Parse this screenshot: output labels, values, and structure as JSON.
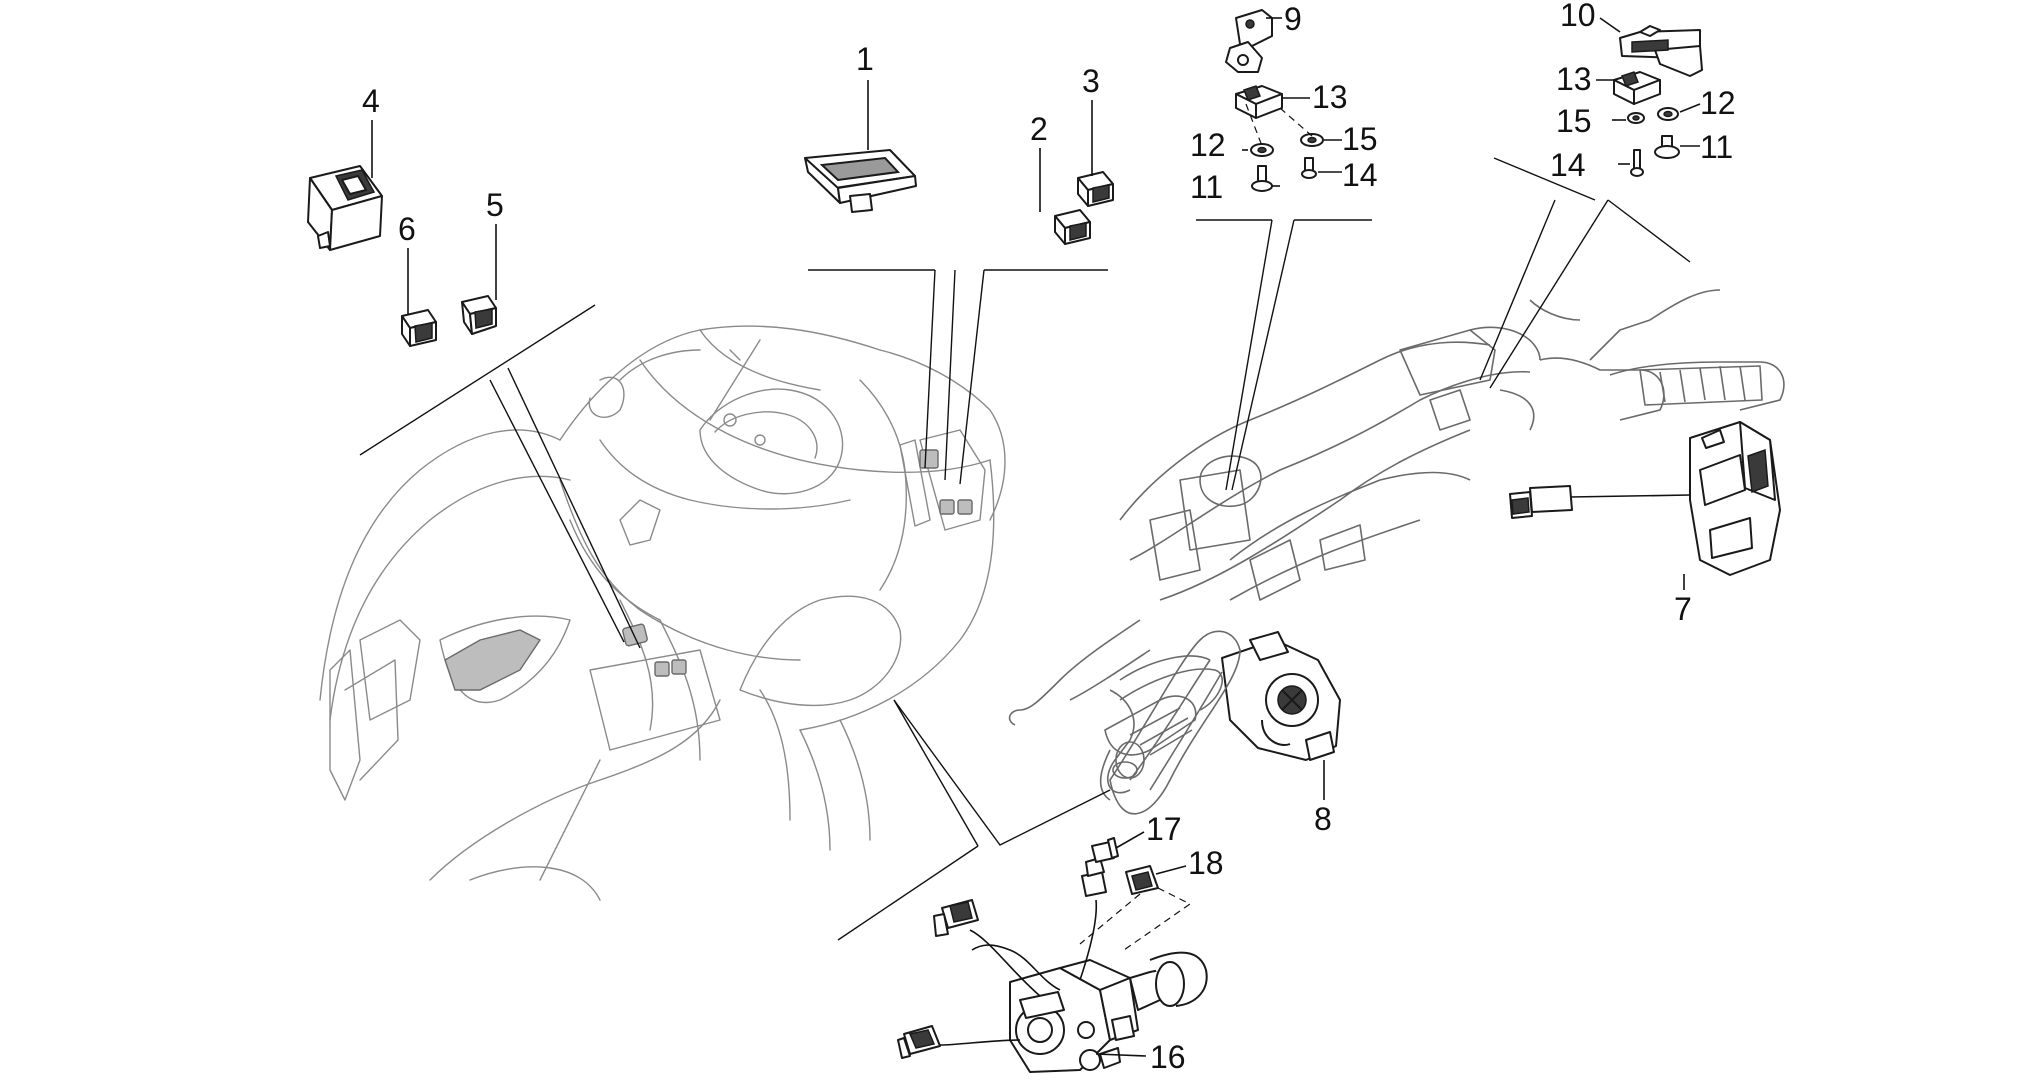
{
  "callouts": {
    "c1": "1",
    "c2": "2",
    "c3": "3",
    "c4": "4",
    "c5": "5",
    "c6": "6",
    "c7": "7",
    "c8": "8",
    "c9": "9",
    "c10": "10",
    "c11a": "11",
    "c11b": "11",
    "c12a": "12",
    "c12b": "12",
    "c13a": "13",
    "c13b": "13",
    "c14a": "14",
    "c14b": "14",
    "c15a": "15",
    "c15b": "15",
    "c16": "16",
    "c17": "17",
    "c18": "18"
  },
  "colors": {
    "line": "#111111",
    "ghost_line": "#8a8a8a",
    "background": "#ffffff"
  }
}
